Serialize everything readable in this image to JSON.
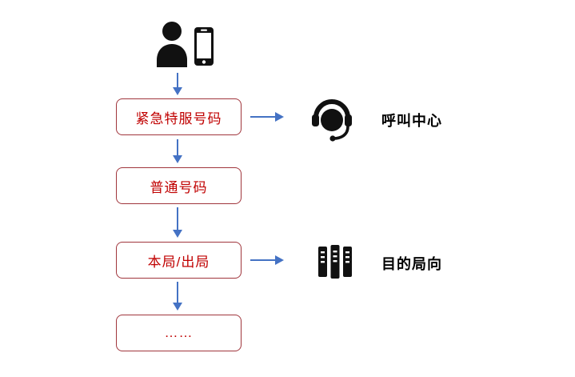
{
  "flow": {
    "boxes": [
      {
        "label": "紧急特服号码"
      },
      {
        "label": "普通号码"
      },
      {
        "label": "本局/出局"
      },
      {
        "label": "……"
      }
    ]
  },
  "annotations": [
    {
      "icon": "call-center-headset-icon",
      "label": "呼叫中心"
    },
    {
      "icon": "servers-icon",
      "label": "目的局向"
    }
  ],
  "top_icons": [
    "person-icon",
    "smartphone-icon"
  ],
  "colors": {
    "box_border": "#A0353C",
    "box_text": "#C00000",
    "arrow": "#4472C4",
    "icon": "#111111",
    "annotation_text": "#000000",
    "background": "#FFFFFF"
  }
}
